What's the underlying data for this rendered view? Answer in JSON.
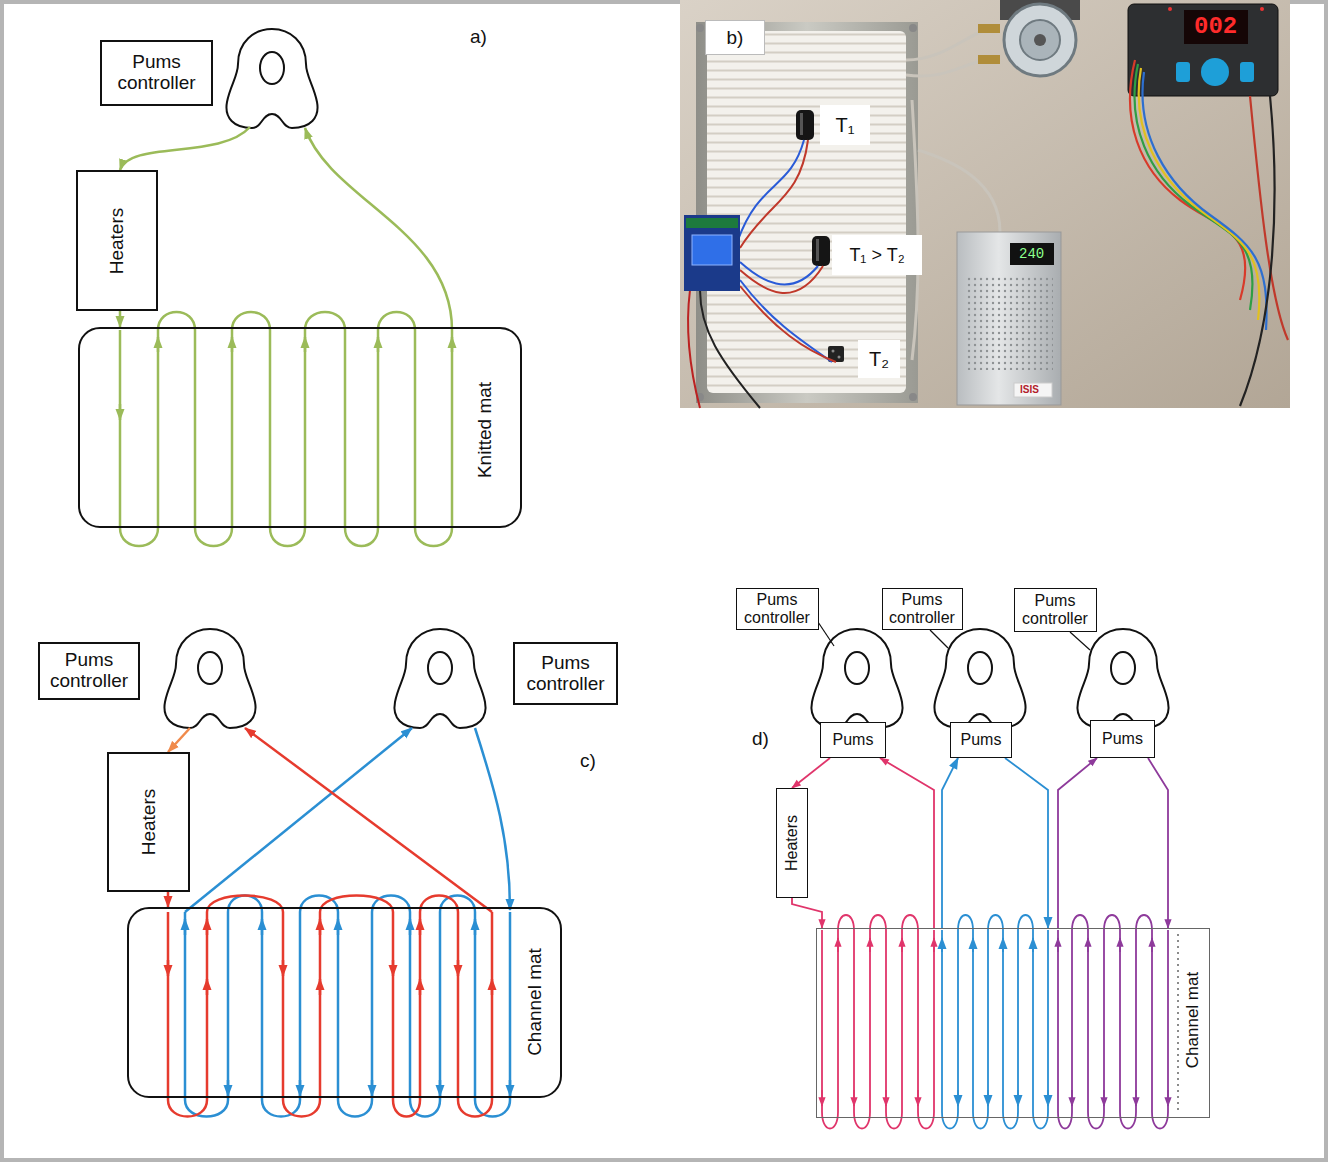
{
  "diagram": {
    "nodes": [
      {
        "text": [
          "Pums controller"
        ]
      },
      {
        "text": [
          "Heaters"
        ]
      },
      {
        "text": [
          "Knitted mat"
        ]
      },
      {
        "text": [
          "Pums controller"
        ]
      },
      {
        "text": [
          "Pums controller"
        ]
      },
      {
        "text": [
          "Heaters"
        ]
      },
      {
        "text": [
          "Channel mat"
        ]
      },
      {
        "text": [
          "Pums controller"
        ]
      },
      {
        "text": [
          "Pums controller"
        ]
      },
      {
        "text": [
          "Pums controller"
        ]
      },
      {
        "text": [
          "Pums"
        ]
      },
      {
        "text": [
          "Pums"
        ]
      },
      {
        "text": [
          "Pums"
        ]
      },
      {
        "text": [
          "Heaters"
        ]
      },
      {
        "text": [
          "Channel mat"
        ]
      }
    ],
    "edges": [
      {
        "from": 1,
        "to": 2,
        "arrow": "to"
      },
      {
        "from": 5,
        "to": 6,
        "arrow": "to"
      },
      {
        "from": 10,
        "to": 13,
        "arrow": "to"
      },
      {
        "from": 13,
        "to": 14,
        "arrow": "to"
      },
      {
        "from": 14,
        "to": 10,
        "arrow": "to"
      },
      {
        "from": 11,
        "to": 14,
        "arrow": "to"
      },
      {
        "from": 14,
        "to": 11,
        "arrow": "to"
      },
      {
        "from": 12,
        "to": 14,
        "arrow": "to"
      },
      {
        "from": 14,
        "to": 12,
        "arrow": "to"
      }
    ],
    "labels": [
      "a)",
      "b)",
      "T₁",
      "T₁ > T₂",
      "T₂",
      "002",
      "240",
      "ISIS",
      "c)",
      "d)"
    ]
  }
}
